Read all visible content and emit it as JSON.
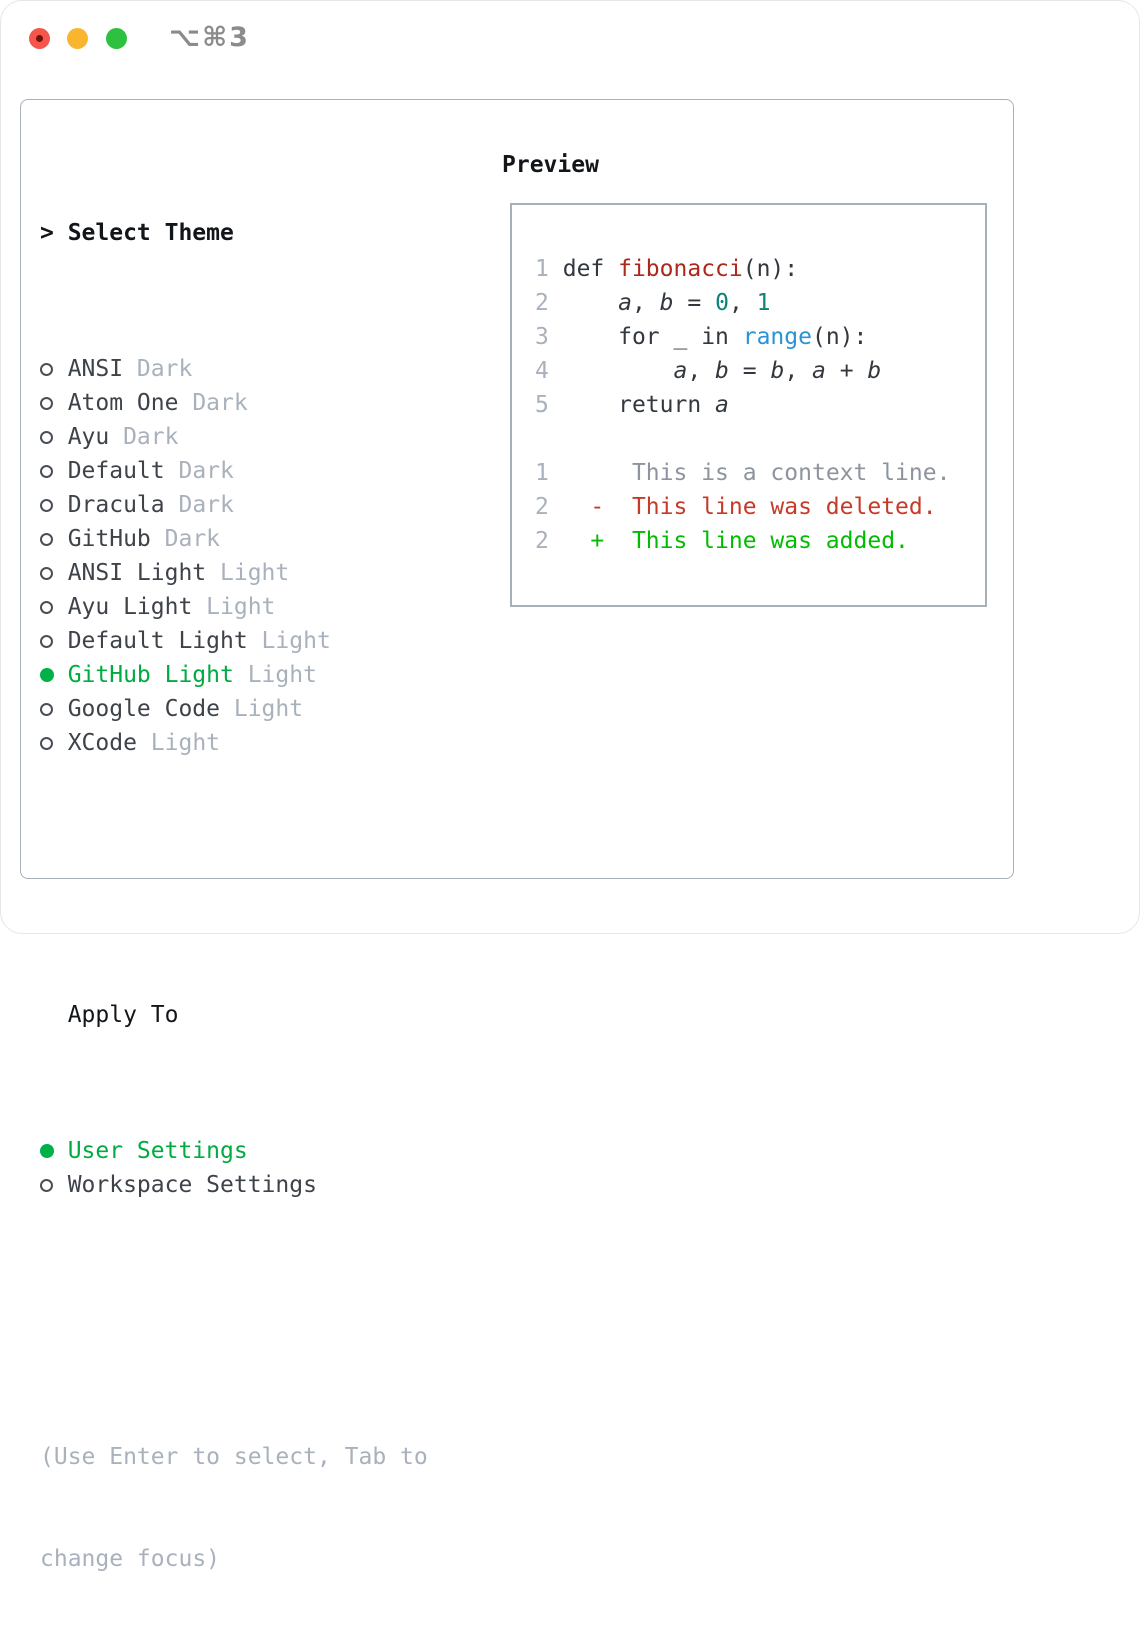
{
  "window": {
    "shortcut_label": "⌥⌘3",
    "traffic_lights": [
      "close",
      "minimize",
      "zoom"
    ]
  },
  "colors": {
    "panel_border": "#a8b0ba",
    "heading_ink": "#121519",
    "item_name": "#3e434a",
    "muted": "#a9b1bc",
    "selection_green": "#00ab42",
    "added_green": "#00bd00",
    "deleted_red": "#c63a28",
    "function_red": "#ad271b",
    "number_teal": "#0b8377",
    "builtin_blue": "#2a93d5",
    "traffic_red": "#f4564e",
    "traffic_yellow": "#f8b62e",
    "traffic_green": "#2ec03f"
  },
  "theme_panel": {
    "prompt": ">",
    "title": "Select Theme",
    "themes": [
      {
        "name": "ANSI",
        "tag": "Dark",
        "selected": false
      },
      {
        "name": "Atom One",
        "tag": "Dark",
        "selected": false
      },
      {
        "name": "Ayu",
        "tag": "Dark",
        "selected": false
      },
      {
        "name": "Default",
        "tag": "Dark",
        "selected": false
      },
      {
        "name": "Dracula",
        "tag": "Dark",
        "selected": false
      },
      {
        "name": "GitHub",
        "tag": "Dark",
        "selected": false
      },
      {
        "name": "ANSI Light",
        "tag": "Light",
        "selected": false
      },
      {
        "name": "Ayu Light",
        "tag": "Light",
        "selected": false
      },
      {
        "name": "Default Light",
        "tag": "Light",
        "selected": false
      },
      {
        "name": "GitHub Light",
        "tag": "Light",
        "selected": true
      },
      {
        "name": "Google Code",
        "tag": "Light",
        "selected": false
      },
      {
        "name": "XCode",
        "tag": "Light",
        "selected": false
      }
    ],
    "apply_to": {
      "title": "Apply To",
      "options": [
        {
          "name": "User Settings",
          "selected": true
        },
        {
          "name": "Workspace Settings",
          "selected": false
        }
      ]
    },
    "hint_lines": [
      "(Use Enter to select, Tab to",
      "change focus)"
    ]
  },
  "preview": {
    "title": "Preview",
    "lines": [
      [
        {
          "t": "1",
          "c": "ln"
        },
        {
          "t": " ",
          "c": "code"
        },
        {
          "t": "def ",
          "c": "code"
        },
        {
          "t": "fibonacci",
          "c": "fn"
        },
        {
          "t": "(n):",
          "c": "code"
        }
      ],
      [
        {
          "t": "2",
          "c": "ln"
        },
        {
          "t": "     ",
          "c": "code"
        },
        {
          "t": "a",
          "c": "var"
        },
        {
          "t": ", ",
          "c": "code"
        },
        {
          "t": "b",
          "c": "var"
        },
        {
          "t": " = ",
          "c": "code"
        },
        {
          "t": "0",
          "c": "num"
        },
        {
          "t": ", ",
          "c": "code"
        },
        {
          "t": "1",
          "c": "num"
        }
      ],
      [
        {
          "t": "3",
          "c": "ln"
        },
        {
          "t": "     ",
          "c": "code"
        },
        {
          "t": "for _ in ",
          "c": "code"
        },
        {
          "t": "range",
          "c": "builtin"
        },
        {
          "t": "(n):",
          "c": "code"
        }
      ],
      [
        {
          "t": "4",
          "c": "ln"
        },
        {
          "t": "         ",
          "c": "code"
        },
        {
          "t": "a",
          "c": "var"
        },
        {
          "t": ", ",
          "c": "code"
        },
        {
          "t": "b",
          "c": "var"
        },
        {
          "t": " = ",
          "c": "code"
        },
        {
          "t": "b",
          "c": "var"
        },
        {
          "t": ", ",
          "c": "code"
        },
        {
          "t": "a",
          "c": "var"
        },
        {
          "t": " + ",
          "c": "code"
        },
        {
          "t": "b",
          "c": "var"
        }
      ],
      [
        {
          "t": "5",
          "c": "ln"
        },
        {
          "t": "     ",
          "c": "code"
        },
        {
          "t": "return ",
          "c": "code"
        },
        {
          "t": "a",
          "c": "var"
        }
      ],
      [],
      [
        {
          "t": "1",
          "c": "ln"
        },
        {
          "t": "      ",
          "c": "code"
        },
        {
          "t": "This is a context line.",
          "c": "ctx"
        }
      ],
      [
        {
          "t": "2",
          "c": "ln"
        },
        {
          "t": "   ",
          "c": "code"
        },
        {
          "t": "-  This line was deleted.",
          "c": "del"
        }
      ],
      [
        {
          "t": "2",
          "c": "ln"
        },
        {
          "t": "   ",
          "c": "code"
        },
        {
          "t": "+  This line was added.",
          "c": "add"
        }
      ]
    ]
  }
}
